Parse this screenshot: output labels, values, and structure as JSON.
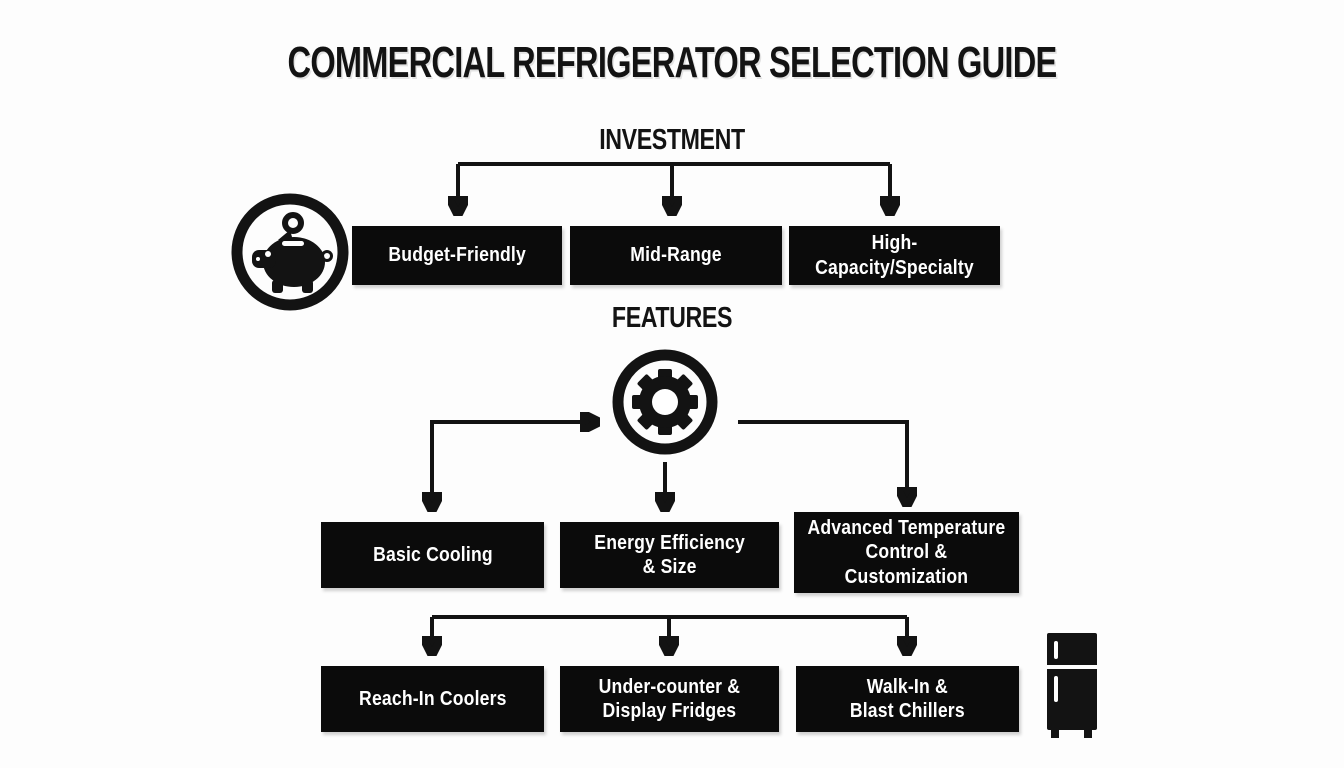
{
  "title": "COMMERCIAL REFRIGERATOR SELECTION GUIDE",
  "colors": {
    "ink": "#131313",
    "box_bg": "#0b0b0b",
    "box_text": "#ffffff",
    "background": "#fdfdfd"
  },
  "investment": {
    "label": "INVESTMENT",
    "icon": "piggy-bank-icon",
    "options": [
      {
        "label": "Budget-Friendly"
      },
      {
        "label": "Mid-Range"
      },
      {
        "label": "High-Capacity/Specialty"
      }
    ]
  },
  "features": {
    "label": "FEATURES",
    "icon": "gear-icon",
    "options": [
      {
        "label": "Basic Cooling"
      },
      {
        "label": "Energy Efficiency\n& Size"
      },
      {
        "label": "Advanced Temperature\nControl &\nCustomization"
      }
    ]
  },
  "fridge_types": {
    "icon": "refrigerator-icon",
    "options": [
      {
        "label": "Reach-In Coolers"
      },
      {
        "label": "Under-counter &\nDisplay Fridges"
      },
      {
        "label": "Walk-In &\nBlast Chillers"
      }
    ]
  }
}
